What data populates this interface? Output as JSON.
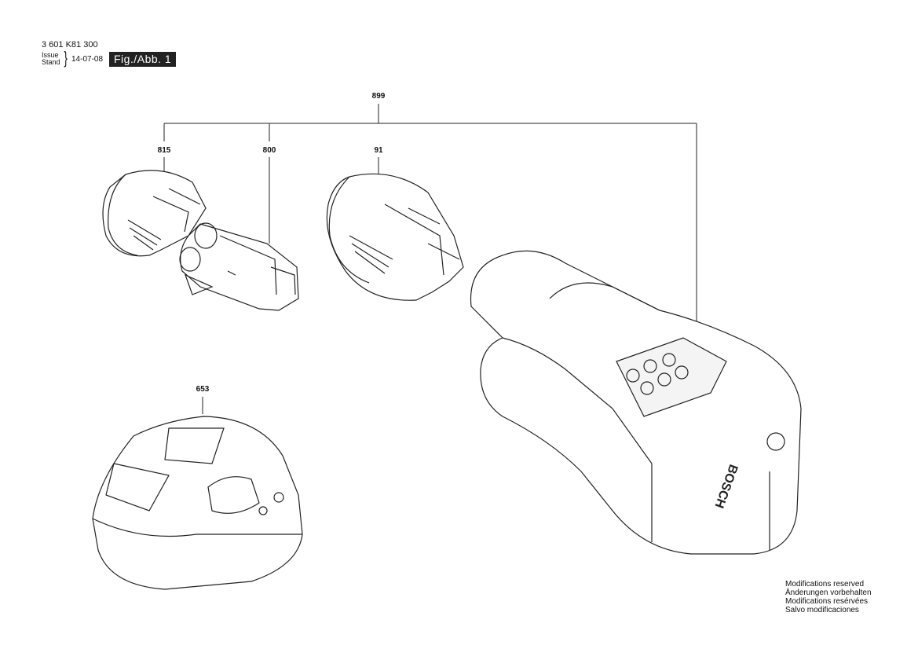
{
  "header": {
    "document_number": "3 601 K81 300",
    "issue_label": "Issue",
    "stand_label": "Stand",
    "date": "14-07-08",
    "figure_label": "Fig./Abb. 1"
  },
  "parts": {
    "set": "899",
    "cover": "815",
    "cell_holder": "800",
    "battery": "91",
    "charger": "653"
  },
  "product_logo": "BOSCH",
  "footer": {
    "lines": [
      "Modifications reserved",
      "Änderungen vorbehalten",
      "Modifications resérvées",
      "Salvo modificaciones"
    ]
  }
}
